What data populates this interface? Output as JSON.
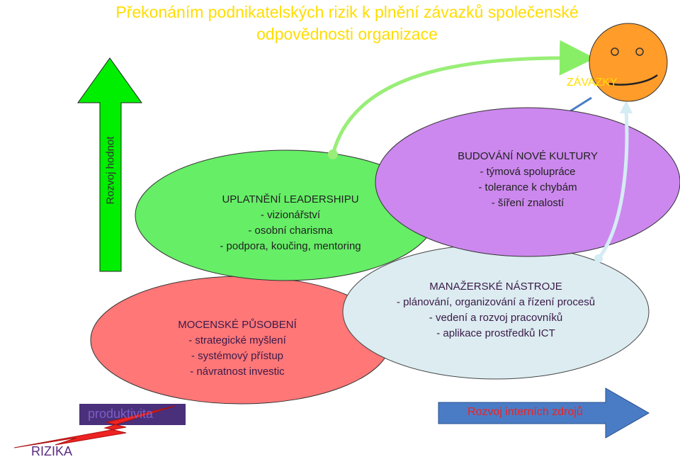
{
  "title": {
    "line1": "Překonáním podnikatelských rizik k plnění závazků společenské",
    "line2": "odpovědnosti organizace"
  },
  "smiley_label": "ZÁVAZKY",
  "vertical_arrow_label": "Rozvoj hodnot",
  "horizontal_arrow_label": "Rozvoj interních zdrojů",
  "productivity_label": "produktivita",
  "risk_label": "RIZIKA",
  "ovals": {
    "leadership": {
      "heading": "UPLATNĚNÍ LEADERSHIPU",
      "items": [
        "- vizionářství",
        "- osobní charisma",
        "- podpora, koučing, mentoring"
      ]
    },
    "culture": {
      "heading": "BUDOVÁNÍ NOVÉ KULTURY",
      "items": [
        "- týmová spolupráce",
        "- tolerance k chybám",
        "- šíření znalostí"
      ]
    },
    "power": {
      "heading": "MOCENSKÉ PŮSOBENÍ",
      "items": [
        "- strategické myšlení",
        "- systémový přístup",
        "- návratnost investic"
      ]
    },
    "tools": {
      "heading": "MANAŽERSKÉ NÁSTROJE",
      "items": [
        "- plánování, organizování a řízení procesů",
        "- vedení a rozvoj pracovníků",
        "- aplikace prostředků ICT"
      ]
    }
  },
  "colors": {
    "title": "#ffdd00",
    "green_arrow": "#00ee00",
    "leadership_oval": "#66ee66",
    "culture_oval": "#cc88ee",
    "power_oval": "#ff7777",
    "tools_oval": "#dcecf0",
    "blue_arrow": "#4a7cc6",
    "smiley": "#ff9c2a",
    "lightning": "#ee2222",
    "productivity_box": "#4a2f7a",
    "arc_green": "#99ee77",
    "arc_light": "#d4ecf4"
  }
}
